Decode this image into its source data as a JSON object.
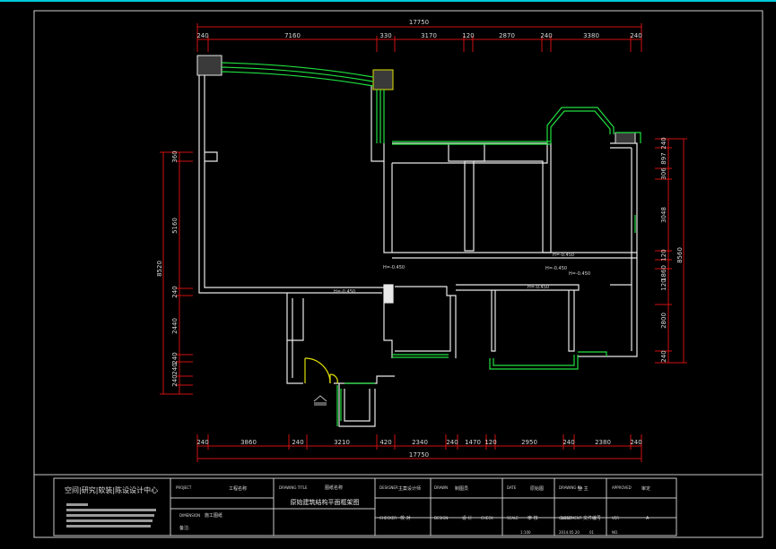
{
  "drawing": {
    "overall_dim_top": "17750",
    "overall_dim_bottom": "17750",
    "top_dims": [
      "240",
      "7160",
      "330",
      "3170",
      "120",
      "2870",
      "240",
      "3380",
      "240"
    ],
    "bottom_dims": [
      "240",
      "3860",
      "240",
      "3210",
      "420",
      "2340",
      "240",
      "1470",
      "120",
      "2950",
      "240",
      "2380",
      "240"
    ],
    "left_dims": [
      "360",
      "5160",
      "240",
      "2440",
      "240",
      "240",
      "240"
    ],
    "left_overall": "8520",
    "right_dims": [
      "240",
      "897",
      "306",
      "3048",
      "120",
      "120",
      "1860",
      "2800",
      "240"
    ],
    "right_overall": "8560",
    "elevations": [
      "H=-0.450",
      "H=-0.450",
      "H=-0.450",
      "H=-0.450",
      "H=-0.450",
      "H=-0.450"
    ]
  },
  "title_block": {
    "company": "空间|研究|软装|陈设设计中心",
    "project_label": "PROJECT",
    "project_value": "工程名称",
    "drawing_title_label": "DRAWING TITLE",
    "drawing_title_value": "图纸名称",
    "drawing_title_main": "原始建筑结构平面框架图",
    "designer_label": "DESIGNER",
    "designer_value": "主案设计师",
    "drawn_label": "DRAWN",
    "drawn_value": "制图员",
    "date_label": "DATE",
    "date_value": "2014.05.20",
    "scale_label": "SCALE",
    "scale_value": "1:100",
    "drawing_no_label": "DRAWING No.",
    "drawing_no_value": "原始图",
    "client_label": "CLIENT",
    "client_value": "业 主",
    "approved_label": "APPROVED",
    "approved_value": "审定",
    "dimension_label": "DIMENSION",
    "dimension_value": "施工图纸",
    "note_label": "备注:",
    "checker_label": "CHECKER",
    "checker_value": "校 对",
    "design_label": "DESIGN",
    "design_value": "设 计",
    "check_label": "CHECK",
    "check_value": "审 核",
    "document_label": "DOCUMENT",
    "document_value": "文件编号",
    "version_label": "VER",
    "version_value": "A",
    "sheet_label": "NO.",
    "sheet_value": "01"
  }
}
